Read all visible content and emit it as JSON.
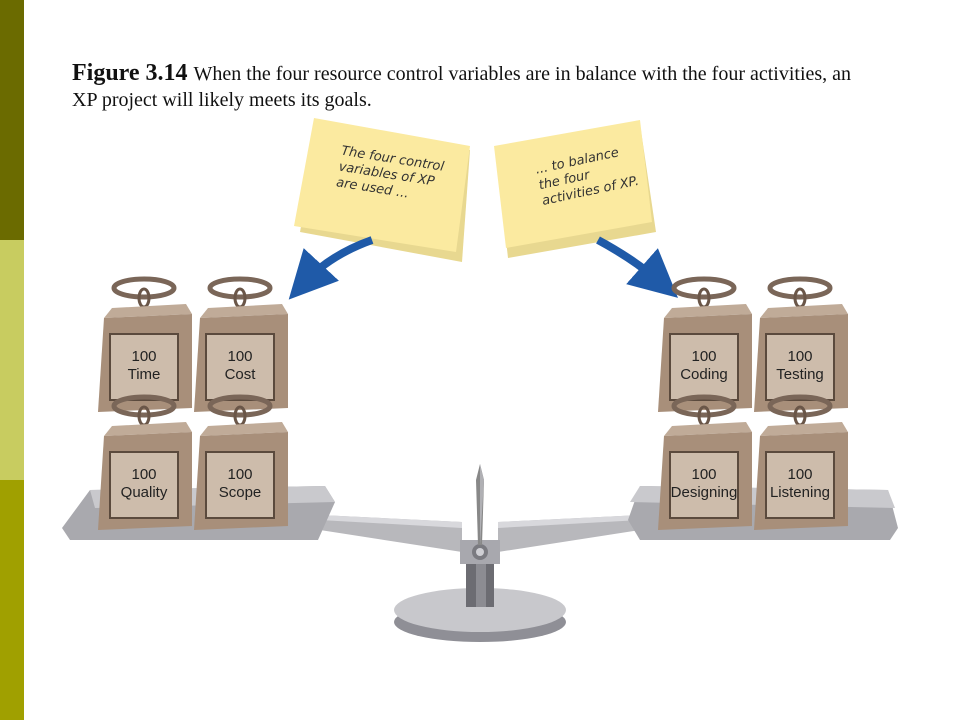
{
  "theme": {
    "bar_colors": [
      "#6b6b00",
      "#c8cc60",
      "#a0a000"
    ],
    "note_color": "#fbeaa0",
    "weight_color": "#a88f7a",
    "arrow_color": "#1f5aa8",
    "scale_color": "#b8b8bc"
  },
  "caption": {
    "label": "Figure 3.14",
    "text": "When the four resource control variables are in balance with the four activities, an XP project will likely meets its goals."
  },
  "notes": {
    "left": "The four control variables of XP are used ...",
    "right": "... to balance the four activities of XP."
  },
  "weights": {
    "left": [
      {
        "value": "100",
        "name": "Time"
      },
      {
        "value": "100",
        "name": "Cost"
      },
      {
        "value": "100",
        "name": "Quality"
      },
      {
        "value": "100",
        "name": "Scope"
      }
    ],
    "right": [
      {
        "value": "100",
        "name": "Coding"
      },
      {
        "value": "100",
        "name": "Testing"
      },
      {
        "value": "100",
        "name": "Designing"
      },
      {
        "value": "100",
        "name": "Listening"
      }
    ]
  }
}
